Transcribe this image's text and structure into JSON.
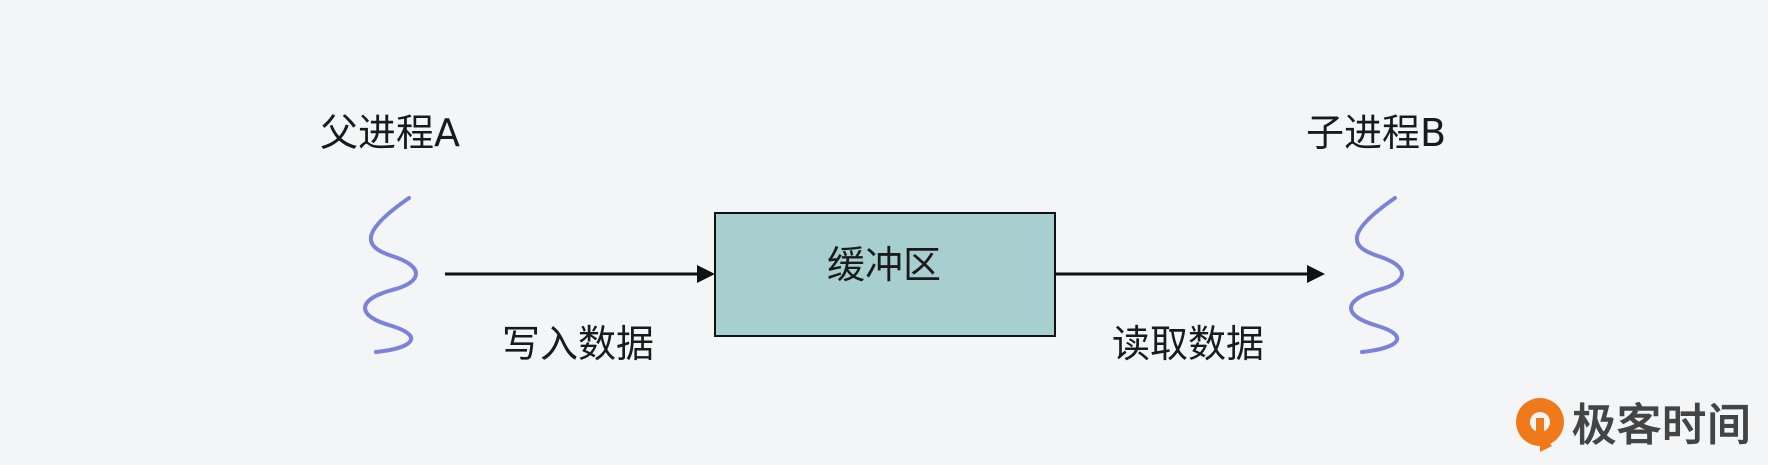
{
  "diagram": {
    "parent_process_label": "父进程A",
    "child_process_label": "子进程B",
    "buffer_label": "缓冲区",
    "write_label": "写入数据",
    "read_label": "读取数据"
  },
  "logo": {
    "text": "极客时间"
  },
  "colors": {
    "background": "#f4f5f7",
    "thread_wave": "#7b82d8",
    "buffer_fill": "#a8cfcf",
    "arrow": "#111111",
    "logo_orange": "#f07a1a"
  }
}
